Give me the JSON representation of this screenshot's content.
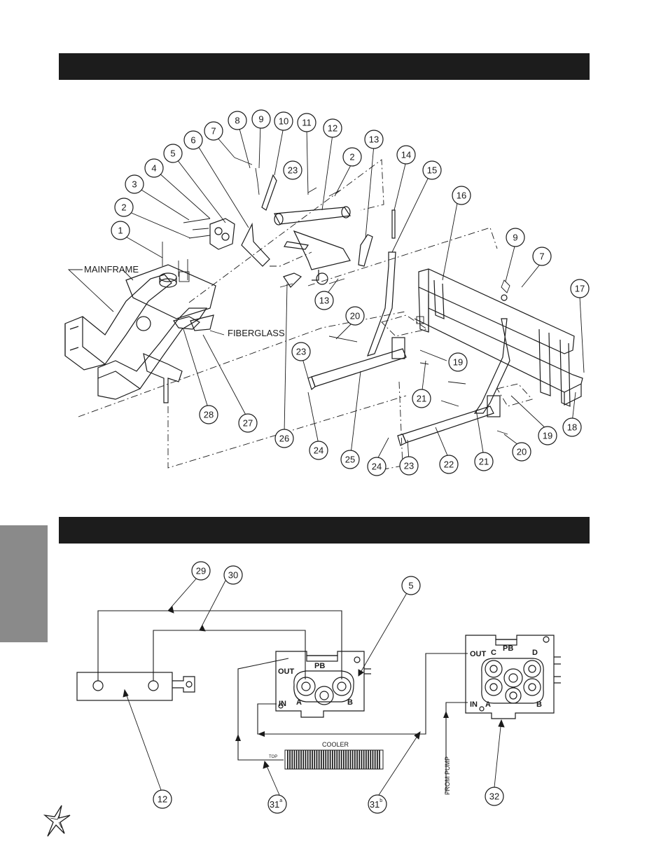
{
  "header_bars": {
    "top_title": "",
    "bottom_title": ""
  },
  "assembly_labels": {
    "mainframe": "MAINFRAME",
    "fiberglass": "FIBERGLASS"
  },
  "top_callouts": [
    {
      "id": "c1",
      "label": "1"
    },
    {
      "id": "c2a",
      "label": "2"
    },
    {
      "id": "c3",
      "label": "3"
    },
    {
      "id": "c4",
      "label": "4"
    },
    {
      "id": "c5",
      "label": "5"
    },
    {
      "id": "c6",
      "label": "6"
    },
    {
      "id": "c7a",
      "label": "7"
    },
    {
      "id": "c8",
      "label": "8"
    },
    {
      "id": "c9a",
      "label": "9"
    },
    {
      "id": "c10",
      "label": "10"
    },
    {
      "id": "c11",
      "label": "11"
    },
    {
      "id": "c12",
      "label": "12"
    },
    {
      "id": "c23a",
      "label": "23"
    },
    {
      "id": "c2b",
      "label": "2"
    },
    {
      "id": "c13a",
      "label": "13"
    },
    {
      "id": "c14",
      "label": "14"
    },
    {
      "id": "c15",
      "label": "15"
    },
    {
      "id": "c16",
      "label": "16"
    },
    {
      "id": "c9b",
      "label": "9"
    },
    {
      "id": "c7b",
      "label": "7"
    },
    {
      "id": "c17",
      "label": "17"
    },
    {
      "id": "c13b",
      "label": "13"
    },
    {
      "id": "c20a",
      "label": "20"
    },
    {
      "id": "c19a",
      "label": "19"
    },
    {
      "id": "c23b",
      "label": "23"
    },
    {
      "id": "c21a",
      "label": "21"
    },
    {
      "id": "c28",
      "label": "28"
    },
    {
      "id": "c27",
      "label": "27"
    },
    {
      "id": "c26",
      "label": "26"
    },
    {
      "id": "c24a",
      "label": "24"
    },
    {
      "id": "c25",
      "label": "25"
    },
    {
      "id": "c24b",
      "label": "24"
    },
    {
      "id": "c23c",
      "label": "23"
    },
    {
      "id": "c22",
      "label": "22"
    },
    {
      "id": "c21b",
      "label": "21"
    },
    {
      "id": "c20b",
      "label": "20"
    },
    {
      "id": "c19b",
      "label": "19"
    },
    {
      "id": "c18",
      "label": "18"
    }
  ],
  "hydraulic_callouts": [
    {
      "id": "h29",
      "label": "29"
    },
    {
      "id": "h30",
      "label": "30"
    },
    {
      "id": "h5",
      "label": "5"
    },
    {
      "id": "h12",
      "label": "12"
    },
    {
      "id": "h31a",
      "label": "31",
      "sup": "a"
    },
    {
      "id": "h31b",
      "label": "31",
      "sup": "b"
    },
    {
      "id": "h32",
      "label": "32"
    }
  ],
  "valve_left": {
    "out": "OUT",
    "pb": "PB",
    "in": "IN",
    "a": "A",
    "b": "B"
  },
  "valve_right": {
    "out": "OUT",
    "pb": "PB",
    "in": "IN",
    "a": "A",
    "b": "B",
    "c": "C",
    "d": "D"
  },
  "cooler": {
    "label": "COOLER",
    "top": "TOP"
  },
  "from_pump": "FROM PUMP"
}
